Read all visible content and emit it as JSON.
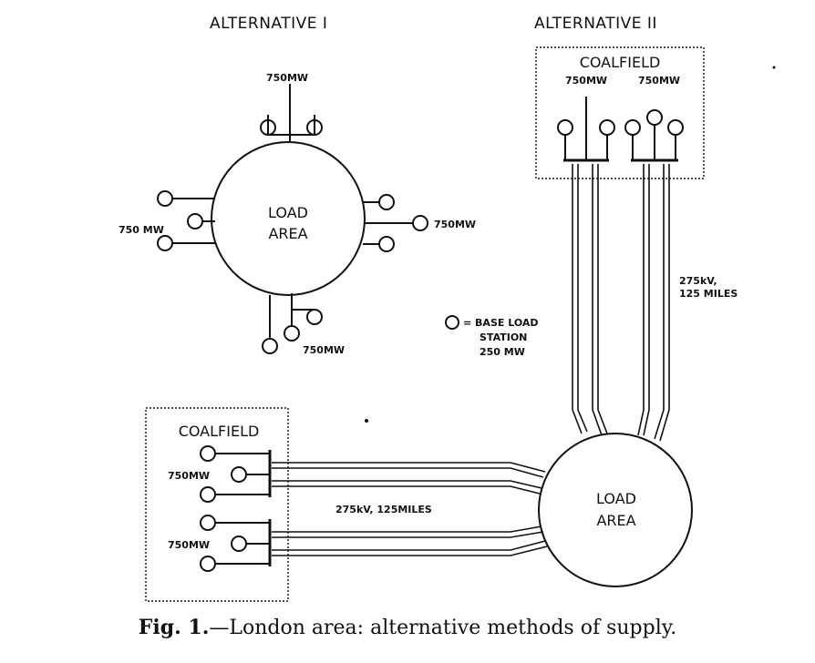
{
  "alt1": {
    "heading": "ALTERNATIVE I",
    "load_area": [
      "LOAD",
      "AREA"
    ],
    "rating_top": "750MW",
    "rating_left": "750 MW",
    "rating_right": "750MW",
    "rating_bottom": "750MW"
  },
  "alt2": {
    "heading": "ALTERNATIVE II",
    "coalfield": "COALFIELD",
    "rating_a": "750MW",
    "rating_b": "750MW",
    "line_spec": [
      "275kV,",
      "125 MILES"
    ]
  },
  "legend": {
    "text": [
      "= BASE LOAD",
      "STATION",
      "250 MW"
    ]
  },
  "lower": {
    "coalfield": "COALFIELD",
    "rating_a": "750MW",
    "rating_b": "750MW",
    "line_spec": "275kV, 125MILES",
    "load_area": [
      "LOAD",
      "AREA"
    ]
  },
  "caption": {
    "prefix": "Fig. 1.",
    "text": "—London area: alternative methods of supply."
  }
}
